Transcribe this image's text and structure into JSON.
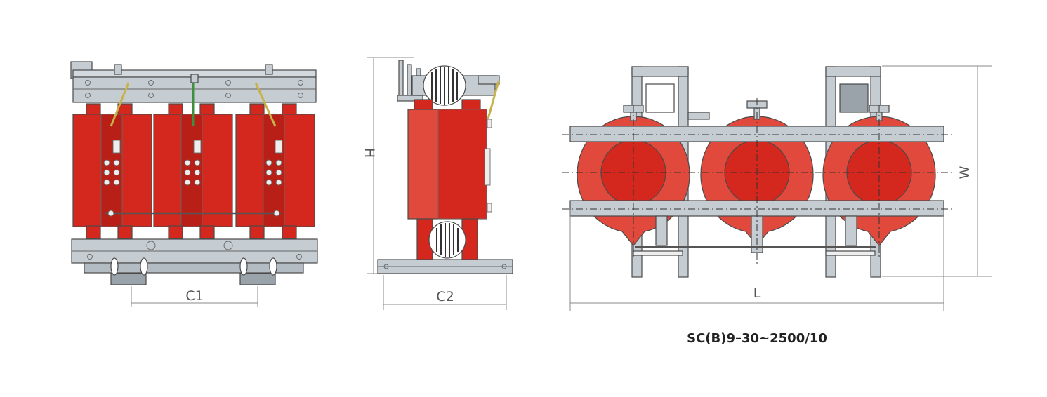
{
  "views": {
    "front": {
      "dimension_label": "C1"
    },
    "side": {
      "height_label": "H",
      "width_label": "C2"
    },
    "top": {
      "length_label": "L",
      "width_label": "W"
    }
  },
  "model_code": "SC(B)9–30~2500/10",
  "colors": {
    "coil_red": "#d4271d",
    "coil_light": "#e85a4a",
    "coil_dark": "#b81f16",
    "steel": "#c5ccd2",
    "steel_dark": "#9aa2aa",
    "dim_line": "#8a8a8a"
  }
}
